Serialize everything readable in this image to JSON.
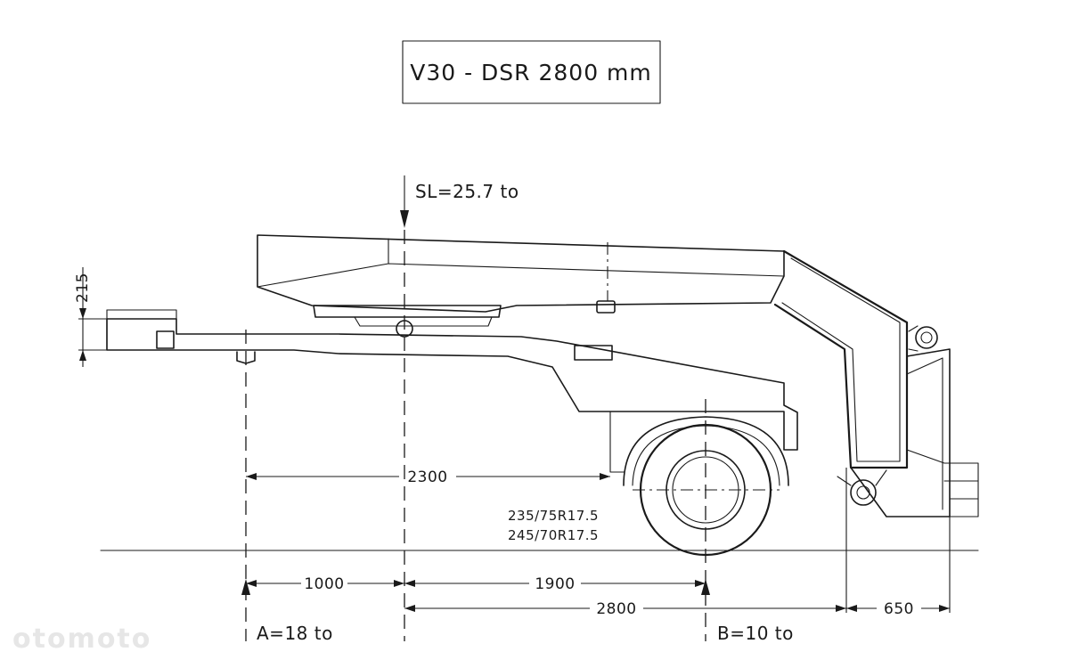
{
  "title": "V30 - DSR 2800 mm",
  "loads": {
    "sl": "SL=25.7 to",
    "a": "A=18 to",
    "b": "B=10 to"
  },
  "dimensions": {
    "d215": "215",
    "d2300": "2300",
    "d1000": "1000",
    "d1900": "1900",
    "d2800": "2800",
    "d650": "650"
  },
  "tyres": {
    "size1": "235/75R17.5",
    "size2": "245/70R17.5"
  },
  "watermark": "otomoto"
}
